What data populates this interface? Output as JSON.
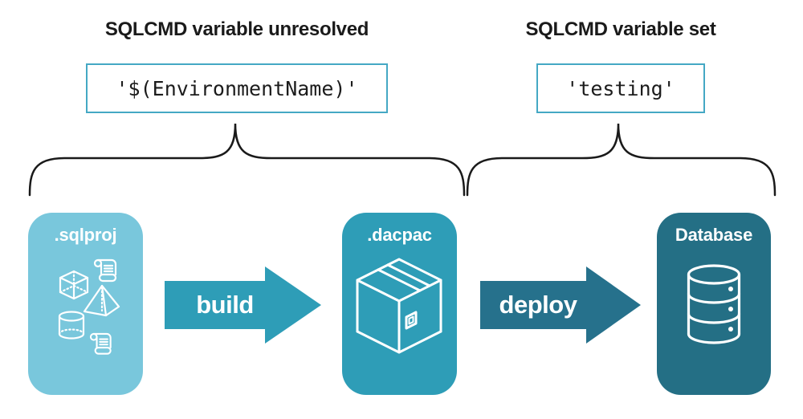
{
  "annotations": {
    "left": {
      "heading": "SQLCMD variable unresolved",
      "code": "'$(EnvironmentName)'"
    },
    "right": {
      "heading": "SQLCMD variable set",
      "code": "'testing'"
    }
  },
  "pipeline": {
    "nodes": [
      {
        "label": ".sqlproj",
        "icon": "sql-objects-icon",
        "color": "#79c7dc"
      },
      {
        "label": ".dacpac",
        "icon": "package-box-icon",
        "color": "#2e9db7"
      },
      {
        "label": "Database",
        "icon": "database-cylinder-icon",
        "color": "#246f85"
      }
    ],
    "arrows": [
      {
        "label": "build",
        "color": "#2e9db7"
      },
      {
        "label": "deploy",
        "color": "#26718c"
      }
    ]
  },
  "colors": {
    "background": "#ffffff",
    "heading_text": "#1a1a1a",
    "code_text": "#1c1c1c",
    "code_box_border": "#45a8c4",
    "brace_stroke": "#1a1a1a",
    "card_text": "#ffffff"
  }
}
